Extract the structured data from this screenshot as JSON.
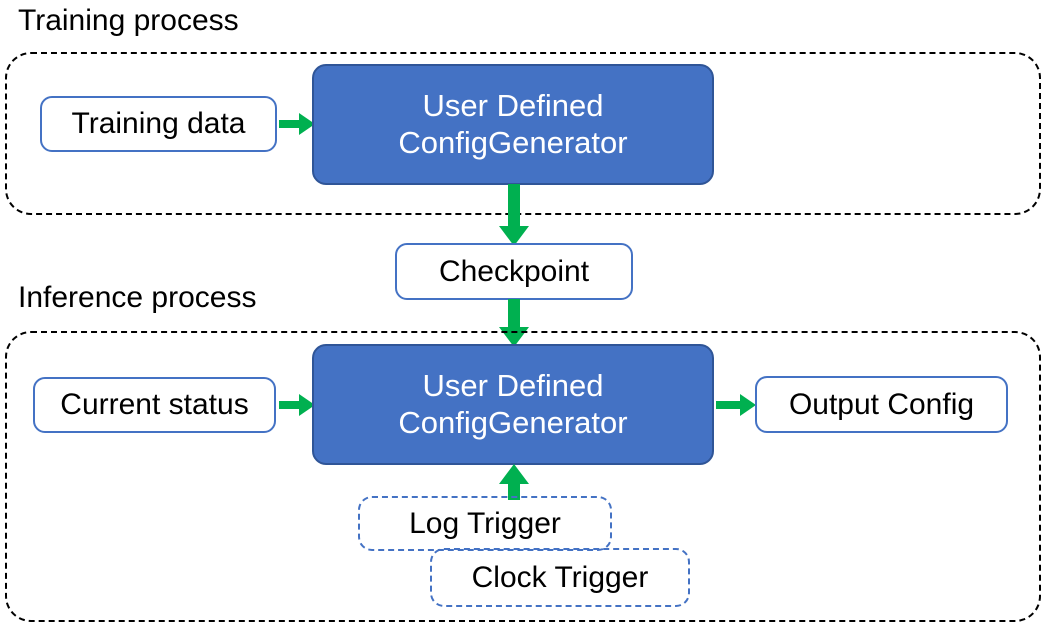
{
  "diagram": {
    "title_not_rendered": "",
    "colors": {
      "accent_fill": "#4472C4",
      "accent_border": "#2F5597",
      "node_border": "#4472C4",
      "node_fill": "#FFFFFF",
      "group_border": "#000000",
      "arrow": "#00B050",
      "text": "#000000",
      "accent_text": "#FFFFFF"
    },
    "groups": [
      {
        "id": "training",
        "caption": "Training process"
      },
      {
        "id": "inference",
        "caption": "Inference process"
      }
    ],
    "nodes": {
      "training_data": "Training data",
      "training_generator_line1": "User Defined",
      "training_generator_line2": "ConfigGenerator",
      "checkpoint": "Checkpoint",
      "current_status": "Current status",
      "inference_generator_line1": "User Defined",
      "inference_generator_line2": "ConfigGenerator",
      "output_config": "Output Config",
      "log_trigger": "Log Trigger",
      "clock_trigger": "Clock Trigger"
    },
    "edges": [
      {
        "id": "training-data-to-generator",
        "from": "Training data",
        "to": "User Defined ConfigGenerator",
        "direction": "right"
      },
      {
        "id": "generator-to-checkpoint",
        "from": "User Defined ConfigGenerator",
        "to": "Checkpoint",
        "direction": "down"
      },
      {
        "id": "checkpoint-to-inference-generator",
        "from": "Checkpoint",
        "to": "User Defined ConfigGenerator",
        "direction": "down"
      },
      {
        "id": "current-status-to-generator",
        "from": "Current status",
        "to": "User Defined ConfigGenerator",
        "direction": "right"
      },
      {
        "id": "generator-to-output-config",
        "from": "User Defined ConfigGenerator",
        "to": "Output Config",
        "direction": "right"
      },
      {
        "id": "triggers-to-generator",
        "from": "Log Trigger / Clock Trigger",
        "to": "User Defined ConfigGenerator",
        "direction": "up"
      }
    ]
  }
}
